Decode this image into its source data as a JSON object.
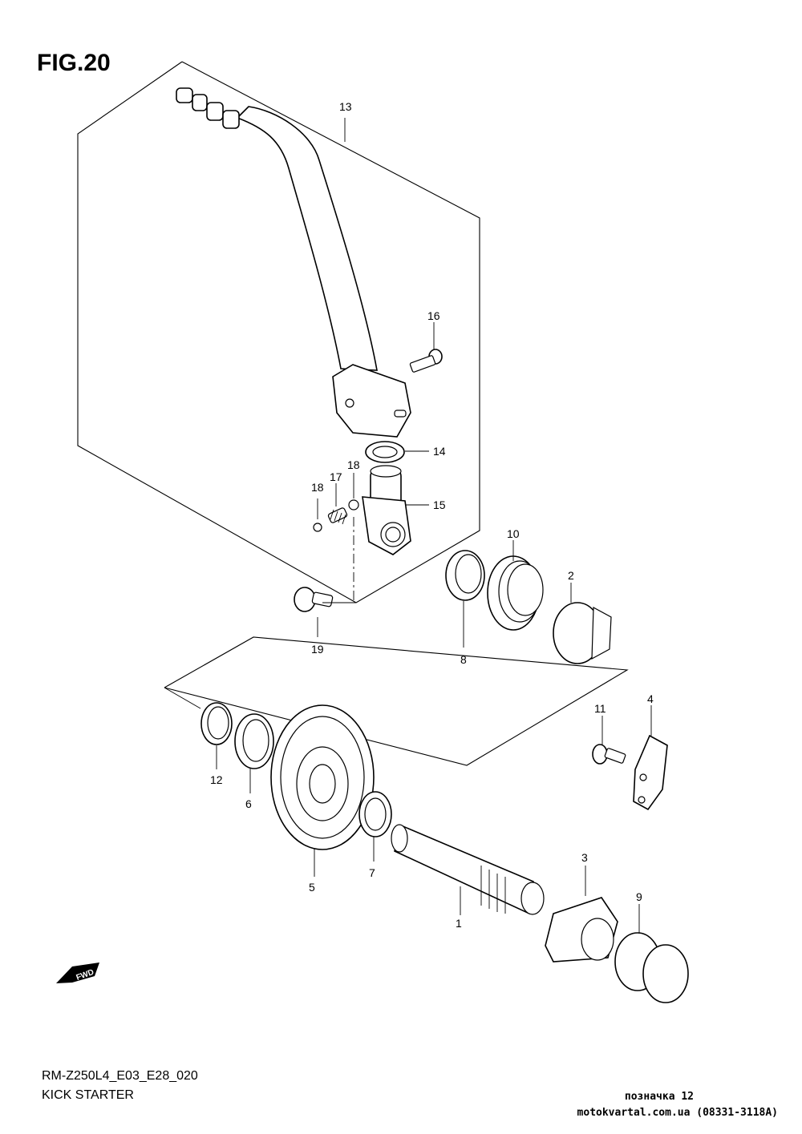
{
  "figure": {
    "title": "FIG.20",
    "code": "RM-Z250L4_E03_E28_020",
    "name": "KICK STARTER"
  },
  "watermark": {
    "mark": "позначка 12",
    "site": "motokvartal.com.ua (08331-3118A)"
  },
  "direction_badge": "FWD",
  "callouts": {
    "p1": "1",
    "p2": "2",
    "p3": "3",
    "p4": "4",
    "p5": "5",
    "p6": "6",
    "p7": "7",
    "p8": "8",
    "p9": "9",
    "p10": "10",
    "p11": "11",
    "p12": "12",
    "p13": "13",
    "p14": "14",
    "p15": "15",
    "p16": "16",
    "p17": "17",
    "p18a": "18",
    "p18b": "18",
    "p19": "19"
  }
}
